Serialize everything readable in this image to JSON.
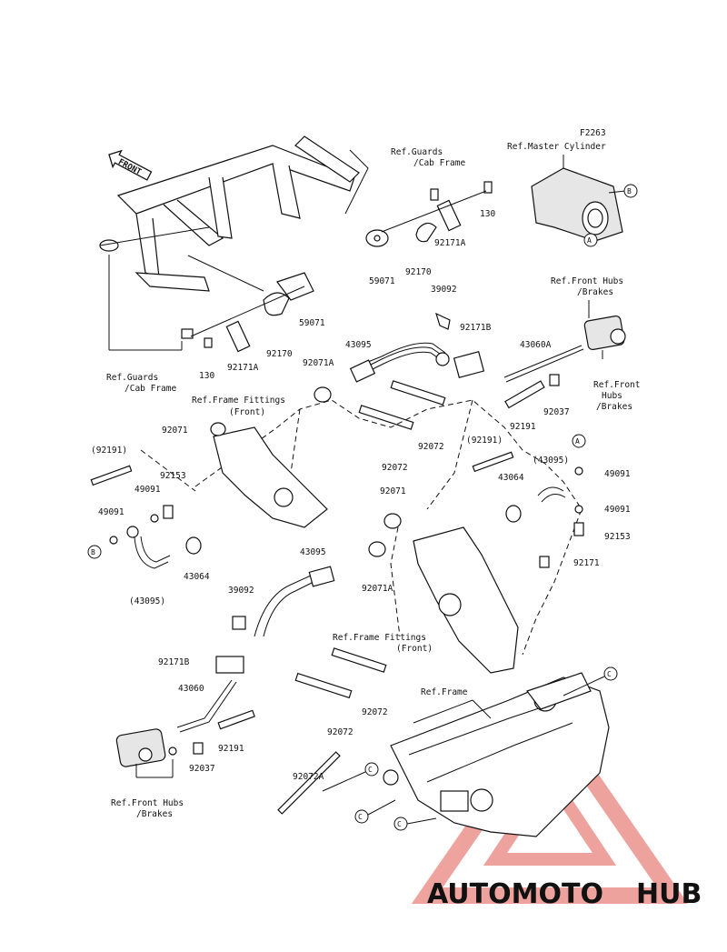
{
  "figure_code": "F2263",
  "front_marker": "FRONT",
  "refs": {
    "master_cylinder": "Ref.Master Cylinder",
    "guards_top": [
      "Ref.Guards",
      "/Cab Frame"
    ],
    "guards_left": [
      "Ref.Guards",
      "/Cab Frame"
    ],
    "frame_fittings_upper": [
      "Ref.Frame Fittings",
      "(Front)"
    ],
    "frame_fittings_lower": [
      "Ref.Frame Fittings",
      "(Front)"
    ],
    "front_hubs_upper": [
      "Ref.Front Hubs",
      "/Brakes"
    ],
    "front_hubs_right": [
      "Ref.Front",
      "Hubs",
      "/Brakes"
    ],
    "front_hubs_lower": [
      "Ref.Front Hubs",
      "/Brakes"
    ],
    "frame": "Ref.Frame"
  },
  "callouts": {
    "A": "A",
    "B": "B",
    "C": "C"
  },
  "part_numbers": [
    "130",
    "92171A",
    "92170",
    "59071",
    "130",
    "92171A",
    "92170",
    "59071",
    "39092",
    "92171B",
    "43060A",
    "43095",
    "92071A",
    "92071",
    "92072",
    "92072",
    "92191",
    "92037",
    "(92191)",
    "92153",
    "49091",
    "49091",
    "(43095)",
    "43064",
    "(92191)",
    "(43095)",
    "43064",
    "49091",
    "49091",
    "92153",
    "92171",
    "92071",
    "43095",
    "92071A",
    "39092",
    "92171B",
    "43060",
    "92191",
    "92037",
    "92072",
    "92072",
    "92072A"
  ],
  "watermark": {
    "part1": "AUTOMOTO",
    "part2": "HUB",
    "color1": "#f2a23a",
    "color2": "#3b3b3b",
    "triangle_color": "#e0574e"
  }
}
